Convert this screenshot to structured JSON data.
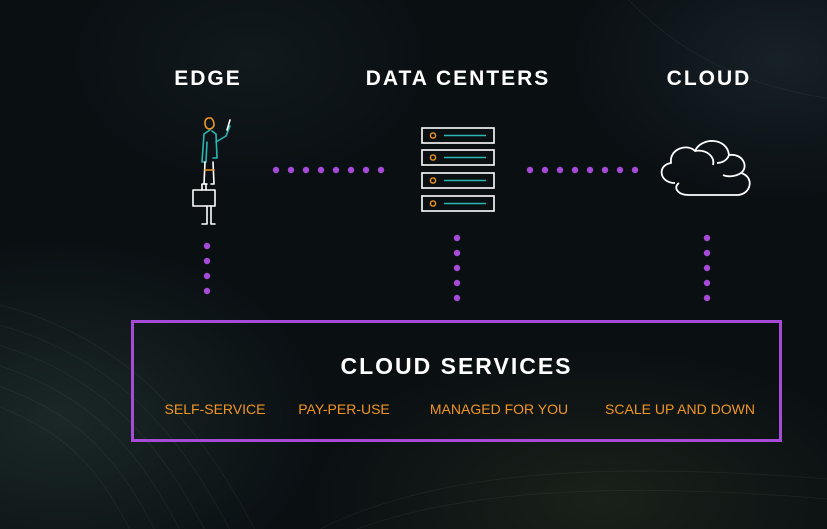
{
  "headings": {
    "edge": "EDGE",
    "data_centers": "DATA CENTERS",
    "cloud": "CLOUD"
  },
  "cloud_services": {
    "title": "CLOUD SERVICES",
    "features": [
      "SELF-SERVICE",
      "PAY-PER-USE",
      "MANAGED FOR YOU",
      "SCALE UP AND DOWN"
    ]
  },
  "icons": {
    "edge": "person-with-phone-icon",
    "data_centers": "server-rack-icon",
    "cloud": "cloud-icon"
  },
  "colors": {
    "connector": "#a54bd8",
    "feature_text": "#f09524",
    "icon_stroke": "#ffffff",
    "icon_accent": "#2ab7b3",
    "server_led": "#f09524"
  }
}
